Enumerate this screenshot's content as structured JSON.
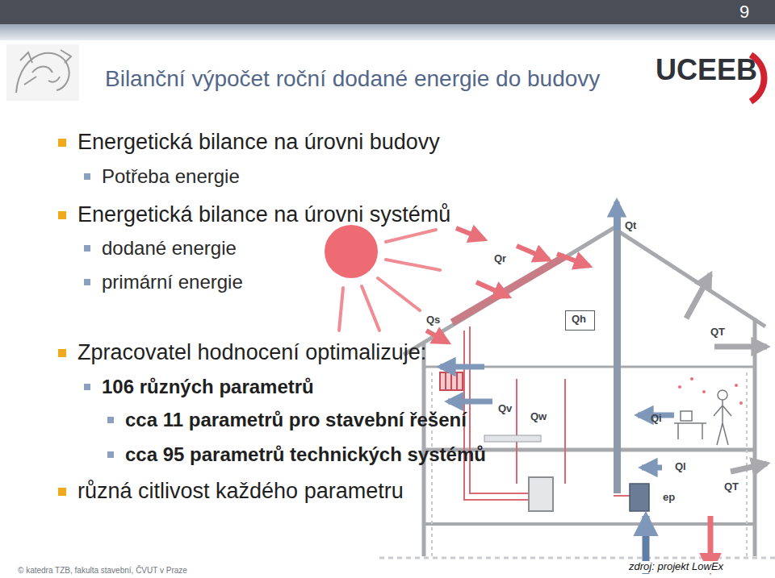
{
  "diagram": {
    "title": "Bilanční výpočet roční dodané energie do budovy",
    "nodes": [
      {
        "text": [
          "Qh"
        ]
      }
    ],
    "labels": [
      "9",
      "UCEEB",
      "Energetická bilance na úrovni budovy",
      "Potřeba energie",
      "Energetická bilance na úrovni systémů",
      "dodané energie",
      "primární energie",
      "Zpracovatel hodnocení optimalizuje:",
      "106 různých parametrů",
      "cca 11 parametrů pro stavební řešení",
      "cca 95 parametrů technických systémů",
      "různá citlivost každého parametru",
      "Qt",
      "Qr",
      "Qs",
      "QT",
      "Qv",
      "Qw",
      "Qi",
      "Ql",
      "QT",
      "ep",
      "© katedra TZB, fakulta stavební, ČVUT v Praze",
      "zdroj: projekt LowEx"
    ]
  }
}
